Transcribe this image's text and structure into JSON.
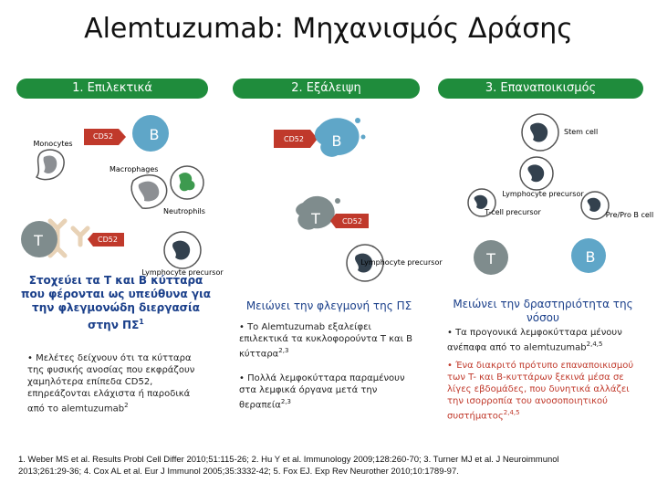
{
  "title": "Alemtuzumab: Μηχανισμός Δράσης",
  "columns": [
    {
      "label": "1. Επιλεκτικά"
    },
    {
      "label": "2. Εξάλειψη"
    },
    {
      "label": "3. Επαναποικισμός"
    }
  ],
  "diagram": {
    "cd52": "CD52",
    "b": "B",
    "t": "T",
    "monocytes": "Monocytes",
    "macrophages": "Macrophages",
    "neutrophils": "Neutrophils",
    "lymphocyte_precursor": "Lymphocyte precursor",
    "stem_cell": "Stem cell",
    "t_cell_precursor": "T-cell precursor",
    "pre_pro_b_cell": "Pre/Pro B cell"
  },
  "col1": {
    "heading": "Στοχεύει τα T και B κύτταρα που φέρονται ως υπεύθυνα για την φλεγμονώδη διεργασία στην ΠΣ",
    "heading_sup": "1",
    "bullet": "• Μελέτες δείχνουν ότι τα κύτταρα της φυσικής ανοσίας που εκφράζουν χαμηλότερα επίπεδα CD52, επηρεάζονται ελάχιστα ή παροδικά από το alemtuzumab",
    "bullet_sup": "2"
  },
  "col2": {
    "heading": "Μειώνει την φλεγμονή της ΠΣ",
    "bullet1": "• Το Alemtuzumab εξαλείφει επιλεκτικά τα κυκλοφορούντα T και B κύτταρα",
    "bullet1_sup": "2,3",
    "bullet2": "• Πολλά λεμφοκύτταρα παραμένουν στα λεμφικά όργανα μετά την θεραπεία",
    "bullet2_sup": "2,3"
  },
  "col3": {
    "heading": "Μειώνει την δραστηριότητα της νόσου",
    "bullet1": "• Τα προγονικά λεμφοκύτταρα μένουν ανέπαφα από το alemtuzumab",
    "bullet1_sup": "2,4,5",
    "bullet2": "• Ένα διακριτό πρότυπο επαναποικισμού των T- και B-κυττάρων ξεκινά μέσα σε λίγες εβδομάδες, που δυνητικά αλλάζει την ισορροπία του ανοσοποιητικού συστήματος",
    "bullet2_sup": "2,4,5"
  },
  "references": {
    "line1": "1. Weber MS et al. Results Probl Cell Differ 2010;51:115-26; 2. Hu Y et al. Immunology 2009;128:260-70; 3. Turner MJ et al. J Neuroimmunol",
    "line2": "2013;261:29-36; 4. Cox AL et al. Eur J Immunol 2005;35:3332-42; 5. Fox EJ. Exp Rev Neurother 2010;10:1789-97."
  },
  "colors": {
    "green": "#1f8c3c",
    "b_cell": "#5fa6c8",
    "t_cell": "#7f8c8d",
    "cd52": "#c0392b",
    "antibody": "#e8d2b6",
    "heading_blue": "#1a3f8a",
    "red_text": "#c0392b"
  }
}
